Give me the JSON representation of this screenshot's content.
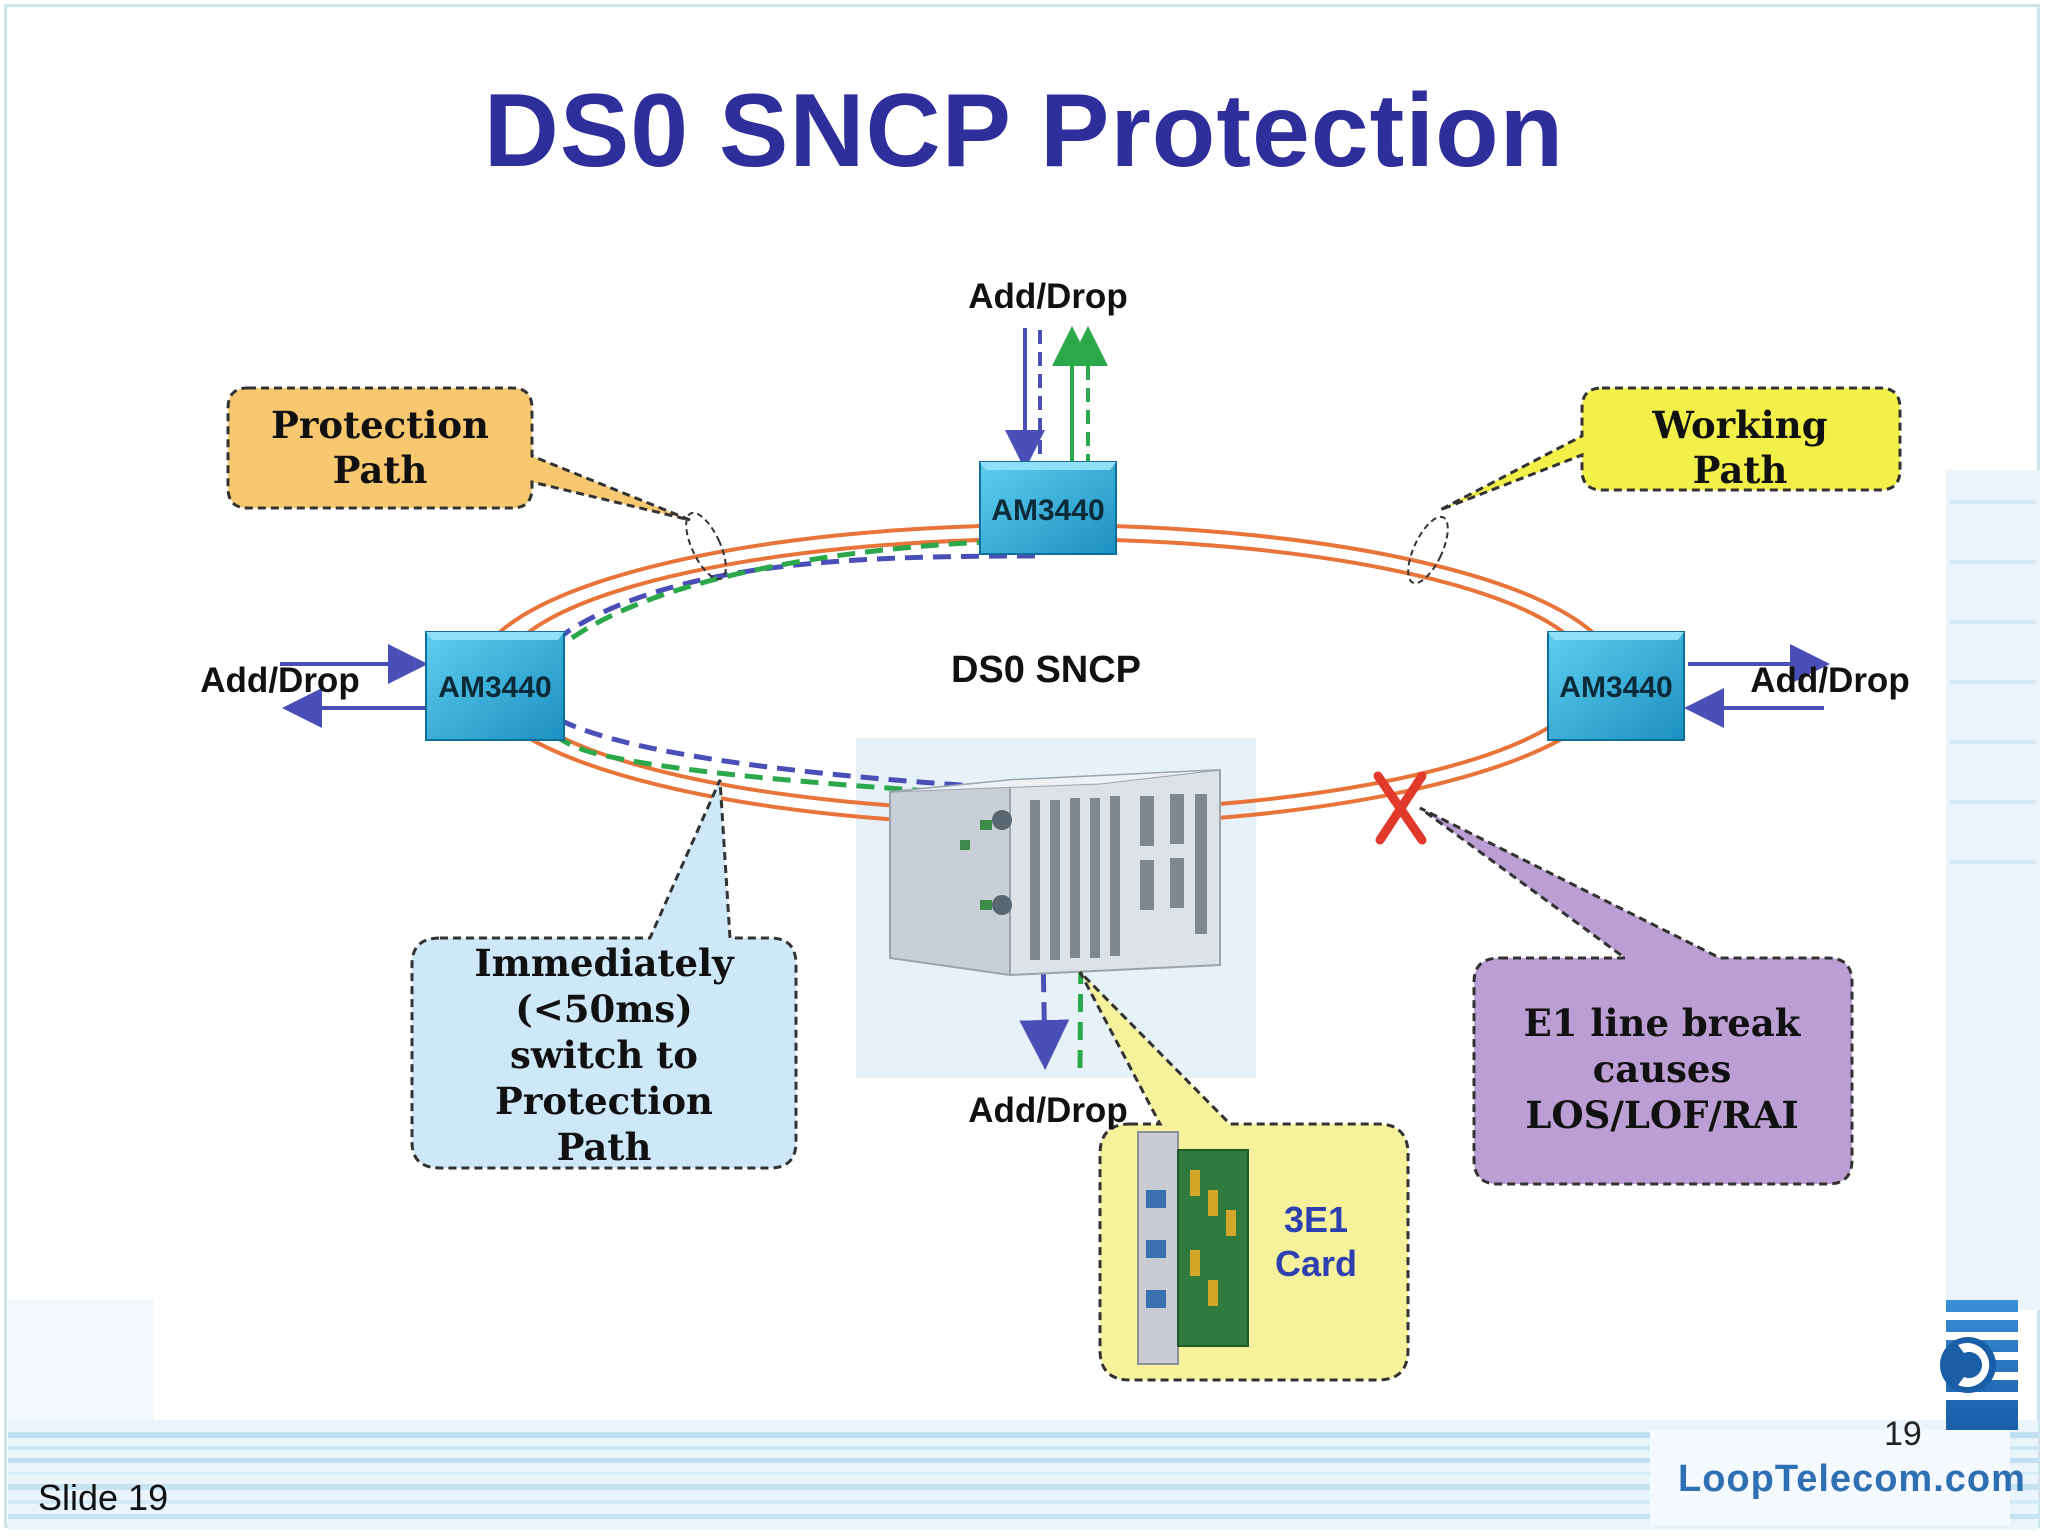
{
  "slide": {
    "title": "DS0 SNCP Protection",
    "slide_number": "Slide 19",
    "page_number": "19",
    "brand_url": "LoopTelecom.com"
  },
  "ring": {
    "center_label": "DS0 SNCP",
    "colors": {
      "ring": "#e8743a",
      "protection_path": "#4a4fb8",
      "working_path": "#2aa84a",
      "break_mark": "#e23a2a"
    }
  },
  "nodes": [
    {
      "id": "top",
      "label": "AM3440",
      "add_drop": "Add/Drop"
    },
    {
      "id": "left",
      "label": "AM3440",
      "add_drop": "Add/Drop"
    },
    {
      "id": "right",
      "label": "AM3440",
      "add_drop": "Add/Drop"
    },
    {
      "id": "bottom",
      "label": "",
      "add_drop": "Add/Drop"
    }
  ],
  "callouts": {
    "protection_path": {
      "lines": [
        "Protection",
        "Path"
      ],
      "color": "#f8c870"
    },
    "working_path": {
      "lines": [
        "Working",
        "Path"
      ],
      "color": "#f4f04a"
    },
    "switch": {
      "lines": [
        "Immediately",
        "(<50ms)",
        "switch to",
        "Protection",
        "Path"
      ],
      "color": "#cde8f8"
    },
    "line_break": {
      "lines": [
        "E1 line break",
        "causes",
        "LOS/LOF/RAI"
      ],
      "color": "#bb9ed4"
    },
    "card": {
      "lines": [
        "3E1",
        "Card"
      ],
      "color": "#f6f29c"
    }
  }
}
